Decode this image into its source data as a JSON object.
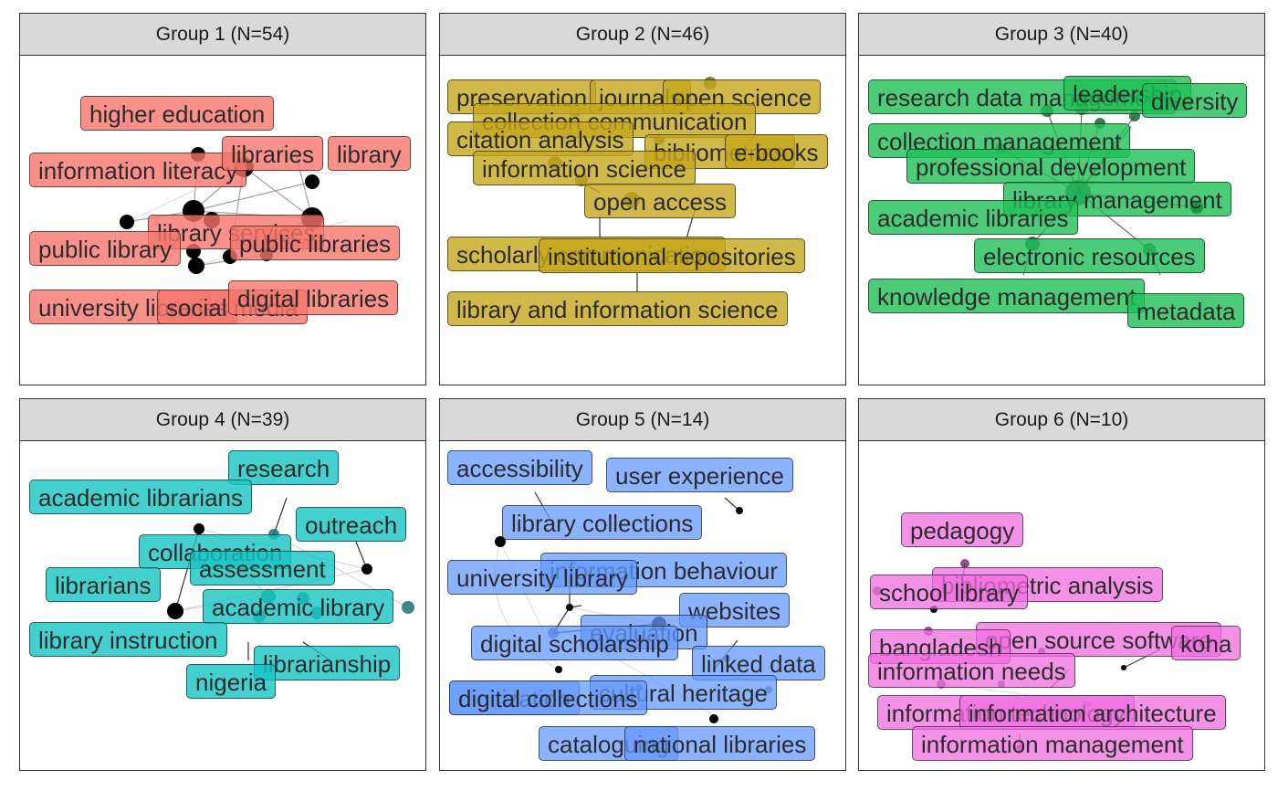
{
  "panels": [
    {
      "title": "Group 1 (N=54)",
      "color": "#f8766d",
      "nodes": [
        {
          "label": "higher education"
        },
        {
          "label": "information literacy"
        },
        {
          "label": "libraries"
        },
        {
          "label": "library"
        },
        {
          "label": "library services"
        },
        {
          "label": "public library"
        },
        {
          "label": "public libraries"
        },
        {
          "label": "university libraries"
        },
        {
          "label": "social media"
        },
        {
          "label": "digital libraries"
        }
      ]
    },
    {
      "title": "Group 2 (N=46)",
      "color": "#c5a81c",
      "nodes": [
        {
          "label": "preservation"
        },
        {
          "label": "journals"
        },
        {
          "label": "open science"
        },
        {
          "label": "collection communication"
        },
        {
          "label": "citation analysis"
        },
        {
          "label": "bibliometrics"
        },
        {
          "label": "e-books"
        },
        {
          "label": "information science"
        },
        {
          "label": "open access"
        },
        {
          "label": "scholarly communication"
        },
        {
          "label": "institutional repositories"
        },
        {
          "label": "library and information science"
        }
      ]
    },
    {
      "title": "Group 3 (N=40)",
      "color": "#1fbf58",
      "nodes": [
        {
          "label": "research data management"
        },
        {
          "label": "leadership"
        },
        {
          "label": "diversity"
        },
        {
          "label": "collection management"
        },
        {
          "label": "professional development"
        },
        {
          "label": "library management"
        },
        {
          "label": "academic libraries"
        },
        {
          "label": "electronic resources"
        },
        {
          "label": "knowledge management"
        },
        {
          "label": "metadata"
        }
      ]
    },
    {
      "title": "Group 4 (N=39)",
      "color": "#17c4c4",
      "nodes": [
        {
          "label": "research"
        },
        {
          "label": "academic librarians"
        },
        {
          "label": "outreach"
        },
        {
          "label": "collaboration"
        },
        {
          "label": "assessment"
        },
        {
          "label": "librarians"
        },
        {
          "label": "academic library"
        },
        {
          "label": "library instruction"
        },
        {
          "label": "librarianship"
        },
        {
          "label": "nigeria"
        }
      ]
    },
    {
      "title": "Group 5 (N=14)",
      "color": "#6699ff",
      "nodes": [
        {
          "label": "accessibility"
        },
        {
          "label": "user experience"
        },
        {
          "label": "library collections"
        },
        {
          "label": "information behaviour"
        },
        {
          "label": "university library"
        },
        {
          "label": "websites"
        },
        {
          "label": "evaluation"
        },
        {
          "label": "digital scholarship"
        },
        {
          "label": "linked data"
        },
        {
          "label": "cultural heritage"
        },
        {
          "label": "digitization"
        },
        {
          "label": "digital collections"
        },
        {
          "label": "cataloguing"
        },
        {
          "label": "national libraries"
        }
      ]
    },
    {
      "title": "Group 6 (N=10)",
      "color": "#f06ee0",
      "nodes": [
        {
          "label": "pedagogy"
        },
        {
          "label": "bibliometric analysis"
        },
        {
          "label": "school library"
        },
        {
          "label": "open source software"
        },
        {
          "label": "koha"
        },
        {
          "label": "bangladesh"
        },
        {
          "label": "information needs"
        },
        {
          "label": "information technology"
        },
        {
          "label": "information architecture"
        },
        {
          "label": "information management"
        }
      ]
    }
  ]
}
